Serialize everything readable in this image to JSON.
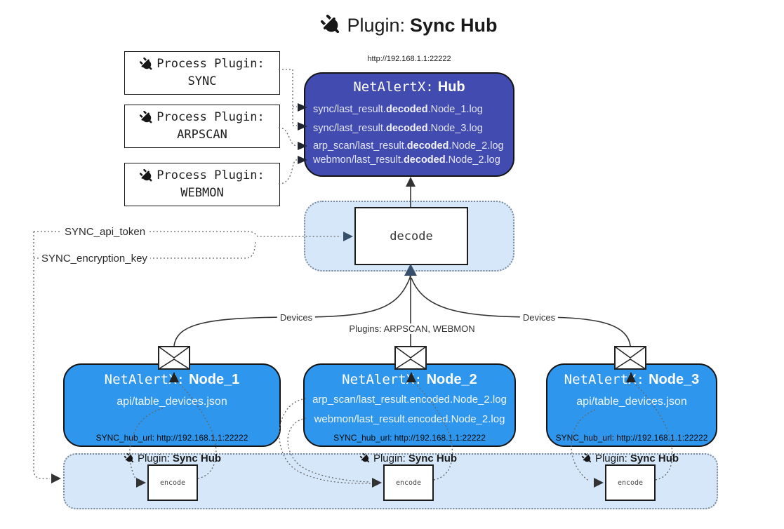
{
  "title": {
    "icon": "plug-icon",
    "prefix": "Plugin:",
    "bold": "Sync Hub"
  },
  "process_plugins": [
    {
      "label": "Process Plugin:",
      "name": "SYNC"
    },
    {
      "label": "Process Plugin:",
      "name": "ARPSCAN"
    },
    {
      "label": "Process Plugin:",
      "name": "WEBMON"
    }
  ],
  "hub": {
    "url": "http://192.168.1.1:22222",
    "title_prefix": "NetAlertX:",
    "title_bold": "Hub",
    "lines": [
      {
        "pre": "sync/last_result.",
        "bold": "decoded",
        "post": ".Node_1.log"
      },
      {
        "pre": "sync/last_result.",
        "bold": "decoded",
        "post": ".Node_3.log"
      },
      {
        "pre": "arp_scan/last_result.",
        "bold": "decoded",
        "post": ".Node_2.log"
      },
      {
        "pre": "webmon/last_result.",
        "bold": "decoded",
        "post": ".Node_2.log"
      }
    ]
  },
  "decode_box": {
    "label": "decode"
  },
  "settings": {
    "api_token_label": "SYNC_api_token",
    "encryption_key_label": "SYNC_encryption_key"
  },
  "edge_labels": {
    "devices_left": "Devices",
    "plugins_center": "Plugins: ARPSCAN, WEBMON",
    "devices_right": "Devices"
  },
  "nodes": [
    {
      "title_prefix": "NetAlertX:",
      "title_bold": "Node_1",
      "lines": [
        "api/table_devices.json"
      ],
      "footer": "SYNC_hub_url: http://192.168.1.1:22222"
    },
    {
      "title_prefix": "NetAlertX:",
      "title_bold": "Node_2",
      "lines": [
        "arp_scan/last_result.encoded.Node_2.log",
        "webmon/last_result.encoded.Node_2.log"
      ],
      "footer": "SYNC_hub_url: http://192.168.1.1:22222"
    },
    {
      "title_prefix": "NetAlertX:",
      "title_bold": "Node_3",
      "lines": [
        "api/table_devices.json"
      ],
      "footer": "SYNC_hub_url: http://192.168.1.1:22222"
    }
  ],
  "encoders": [
    {
      "label_prefix": "Plugin:",
      "label_bold": "Sync Hub",
      "box_label": "encode"
    },
    {
      "label_prefix": "Plugin:",
      "label_bold": "Sync Hub",
      "box_label": "encode"
    },
    {
      "label_prefix": "Plugin:",
      "label_bold": "Sync Hub",
      "box_label": "encode"
    }
  ],
  "colors": {
    "hub_fill": "#424CB0",
    "node_fill": "#2E96EC",
    "panel_fill": "#D6E7F9",
    "line": "#333333",
    "arrow_dark": "#36506B"
  }
}
